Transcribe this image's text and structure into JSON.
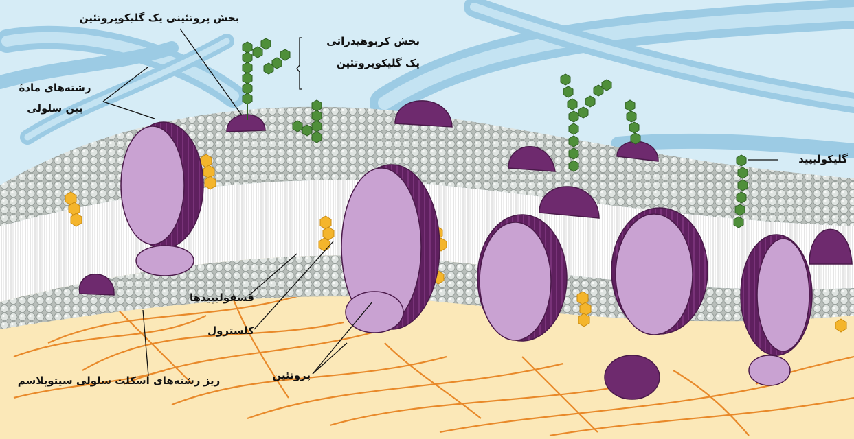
{
  "labels": {
    "glycoprotein_protein_part": "بخش پروتئینی یک گلیکوپروتئین",
    "carbohydrate_line1": "بخش کربوهیدراتی",
    "carbohydrate_line2": "یک گلیکوپروتئین",
    "ecm_line1": "رشته‌های مادهٔ",
    "ecm_line2": "بین سلولی",
    "glycolipid": "گلیکولیپید",
    "phospholipids": "فسفولیپیدها",
    "cholesterol": "کلسترول",
    "proteins": "پروتئین",
    "cytoskeleton": "ریز رشته‌های اسکلت سلولی سیتوپلاسم"
  },
  "colors": {
    "sky": "#d6ecf6",
    "fiber": "#a9d3ea",
    "cytoplasm": "#fbe8b8",
    "cytoskeleton": "#e8892a",
    "membrane_head": "#c9cfcb",
    "protein_light": "#c9a2d2",
    "protein_dark": "#6e2a6e",
    "carbohydrate": "#4f8f3a",
    "cholesterol": "#f4b52c",
    "leader_line": "#111111"
  }
}
